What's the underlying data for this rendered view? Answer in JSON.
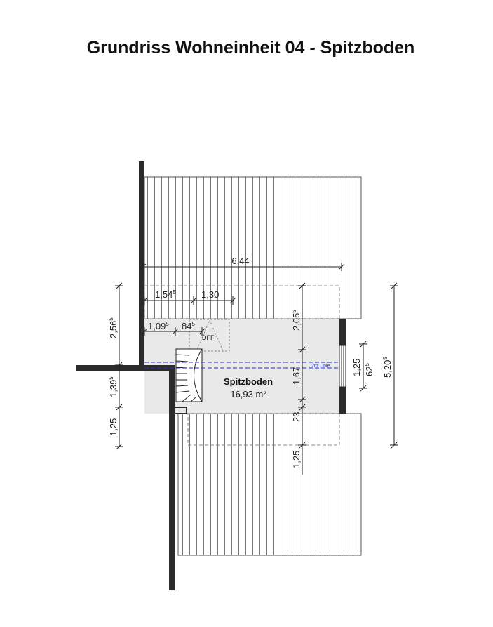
{
  "title": "Grundriss Wohneinheit 04 - Spitzboden",
  "room": {
    "name": "Spitzboden",
    "area": "16,93 m²"
  },
  "labels": {
    "window_symbol": "DFF",
    "line_2m": "2m Linie"
  },
  "dimensions": {
    "overall_width": "6,44",
    "width_a": {
      "main": "1,54",
      "sup": "5"
    },
    "width_b": "1,30",
    "width_c": {
      "main": "1,09",
      "sup": "5"
    },
    "width_d": {
      "main": "84",
      "sup": "5"
    },
    "left_top": {
      "main": "2,56",
      "sup": "5"
    },
    "left_mid": {
      "main": "1,39",
      "sup": "5"
    },
    "left_bot": "1,25",
    "center_top": {
      "main": "2,05",
      "sup": "5"
    },
    "center_mid": "1,67",
    "center_small": "23",
    "center_bot": "1,25",
    "right_a": "1,25",
    "right_b": {
      "main": "62",
      "sup": "5"
    },
    "right_overall": {
      "main": "5,20",
      "sup": "5"
    }
  },
  "colors": {
    "wall": "#2b2b2b",
    "floor": "#e9e9e9",
    "roof_lines": "#555555",
    "dim_line": "#222222",
    "line_2m": "#2233cc",
    "dashed": "#888888"
  }
}
